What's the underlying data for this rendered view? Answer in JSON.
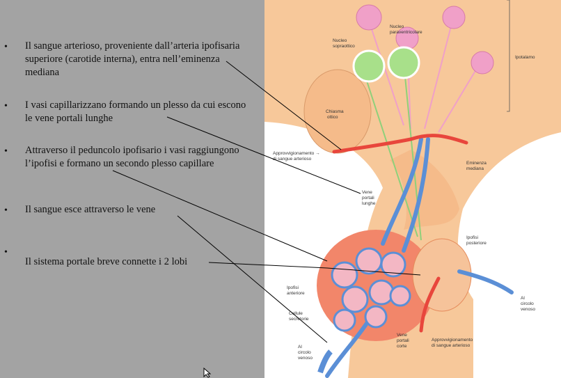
{
  "bullets": [
    {
      "marker": "•",
      "text": "Il sangue arterioso, proveniente dall’arteria ipofisaria superiore (carotide interna), entra nell’eminenza mediana"
    },
    {
      "marker": "•",
      "text": "I vasi capillarizzano formando un plesso da cui escono le vene portali lunghe"
    },
    {
      "marker": "•",
      "text": "Attraverso il peduncolo ipofisario i vasi raggiungono l’ipofisi e formano un secondo plesso capillare"
    },
    {
      "marker": "•",
      "text": "Il sangue esce attraverso le vene"
    },
    {
      "marker": "•",
      "text": "Il sistema portale breve connette i 2 lobi"
    }
  ],
  "figure": {
    "nucleo_sopraottico": [
      "Nucleo",
      "sopraottico"
    ],
    "nucleo_paraventricolare": [
      "Nucleo",
      "paraventricolare"
    ],
    "ipotalamo": "Ipotalamo",
    "chiasma": [
      "Chiasma",
      "ottico"
    ],
    "approv_top": [
      "Approvvigionamento →",
      "di sangue arterioso"
    ],
    "eminenza": [
      "Eminenza",
      "mediana"
    ],
    "vene_lunghe": [
      "Vene",
      "portali",
      "lunghe"
    ],
    "ipofisi_posteriore": [
      "Ipofisi",
      "posteriore"
    ],
    "ipofisi_anteriore": [
      "Ipofisi",
      "anteriore"
    ],
    "cellule": [
      "Cellule",
      "secretorie"
    ],
    "al_circolo_right": [
      "Al",
      "circolo",
      "venoso"
    ],
    "al_circolo_left": [
      "Al",
      "circolo",
      "venoso"
    ],
    "vene_corte": [
      "Vene",
      "portali",
      "corte"
    ],
    "approv_bottom": [
      "Approvvigionamento",
      "di sangue arterioso"
    ]
  },
  "colors": {
    "panel": "#a3a3a3",
    "tissue": "#f7c89a",
    "artery": "#e8463c",
    "vein": "#5b8fd6",
    "neuron_pink": "#f0a0c8",
    "neuron_green": "#a8e08a"
  }
}
